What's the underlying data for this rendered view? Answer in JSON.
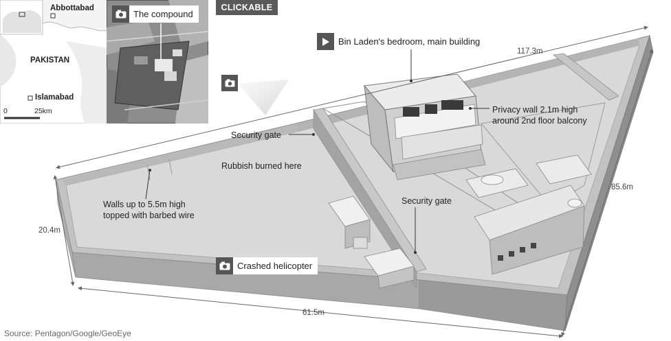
{
  "header": {
    "clickable_badge": "CLICKABLE"
  },
  "locator_map": {
    "city_top": "Abbottabad",
    "country": "PAKISTAN",
    "city_bottom": "Islamabad",
    "scale_zero": "0",
    "scale_distance": "25km"
  },
  "inset": {
    "title": "The compound",
    "icon": "camera-icon"
  },
  "labels": {
    "bedroom": "Bin Laden's bedroom, main building",
    "privacy_wall": "Privacy wall 2.1m high\naround 2nd floor balcony",
    "security_gate_1": "Security gate",
    "rubbish": "Rubbish burned here",
    "walls": "Walls up to 5.5m high\ntopped with barbed wire",
    "security_gate_2": "Security gate",
    "helicopter": "Crashed helicopter"
  },
  "dimensions": {
    "top": "117.3m",
    "right": "85.6m",
    "left": "20.4m",
    "bottom": "61.5m"
  },
  "icons": {
    "play": "play-icon",
    "camera": "camera-icon"
  },
  "colors": {
    "icon_bg": "#555555",
    "ground": "#d7d7d7",
    "wall_top": "#c4c4c4",
    "wall_face": "#9a9a9a"
  },
  "source": "Source: Pentagon/Google/GeoEye"
}
